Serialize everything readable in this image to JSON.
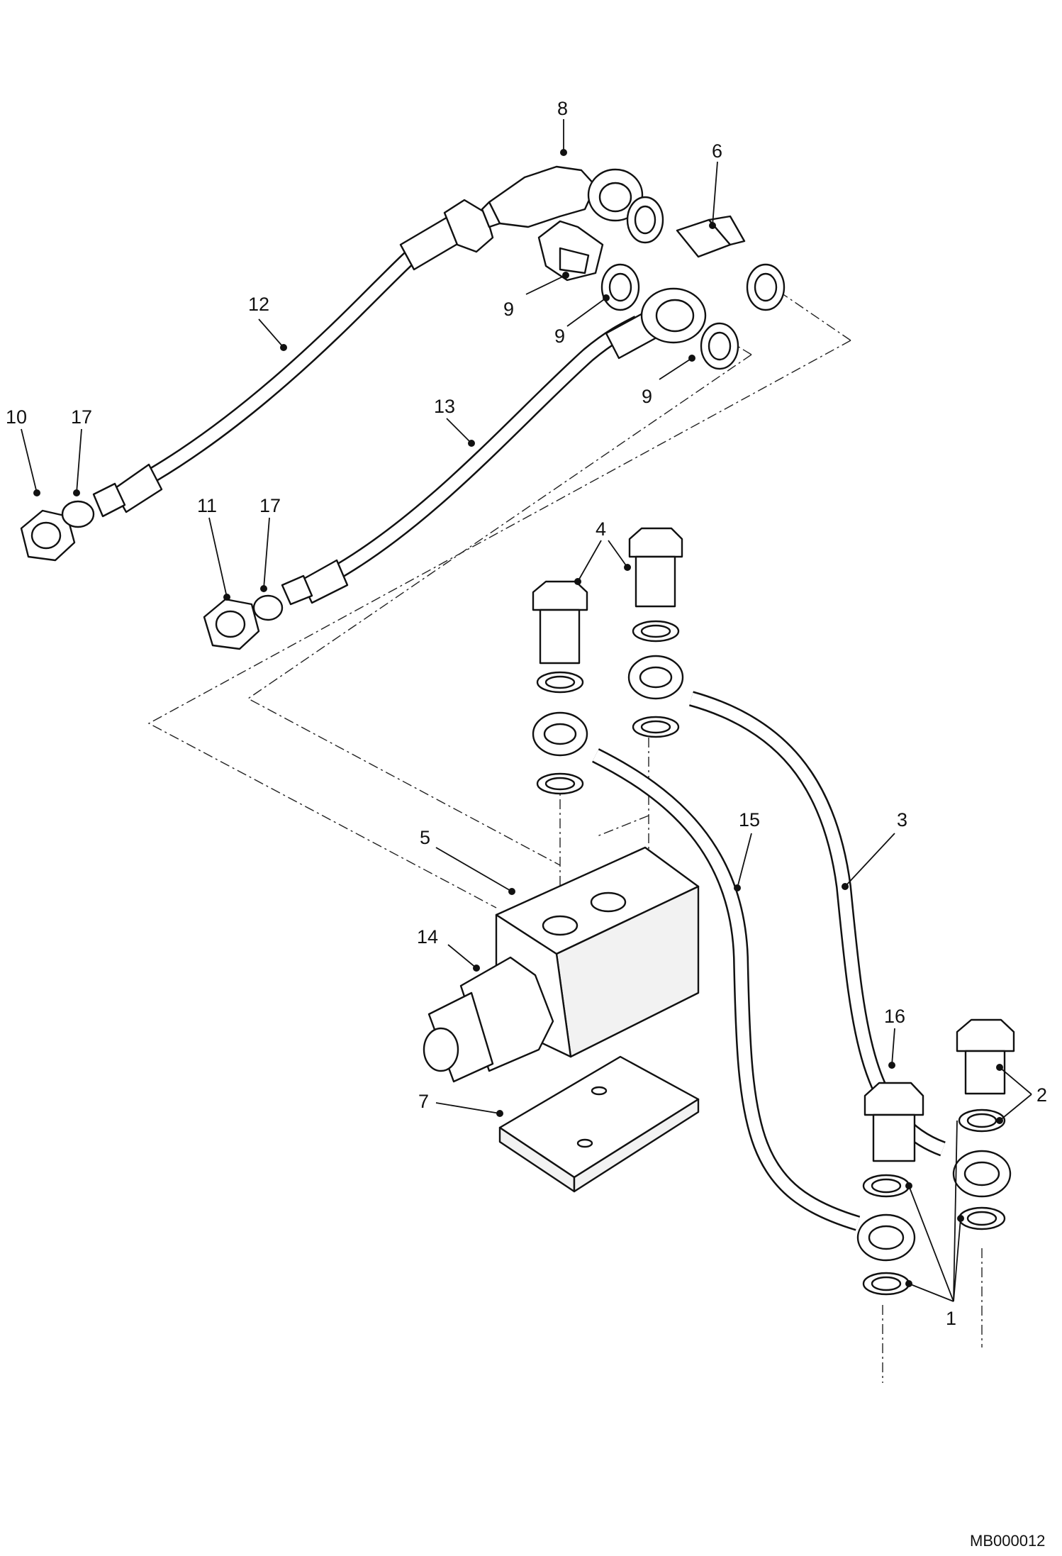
{
  "drawing": {
    "code": "MB000012",
    "callouts": [
      {
        "id": "c1",
        "text": "1"
      },
      {
        "id": "c2",
        "text": "2"
      },
      {
        "id": "c3",
        "text": "3"
      },
      {
        "id": "c4",
        "text": "4"
      },
      {
        "id": "c5",
        "text": "5"
      },
      {
        "id": "c6",
        "text": "6"
      },
      {
        "id": "c7",
        "text": "7"
      },
      {
        "id": "c8",
        "text": "8"
      },
      {
        "id": "c9a",
        "text": "9"
      },
      {
        "id": "c9b",
        "text": "9"
      },
      {
        "id": "c9c",
        "text": "9"
      },
      {
        "id": "c10",
        "text": "10"
      },
      {
        "id": "c11",
        "text": "11"
      },
      {
        "id": "c12",
        "text": "12"
      },
      {
        "id": "c13",
        "text": "13"
      },
      {
        "id": "c14",
        "text": "14"
      },
      {
        "id": "c15",
        "text": "15"
      },
      {
        "id": "c16",
        "text": "16"
      },
      {
        "id": "c17a",
        "text": "17"
      },
      {
        "id": "c17b",
        "text": "17"
      }
    ]
  }
}
